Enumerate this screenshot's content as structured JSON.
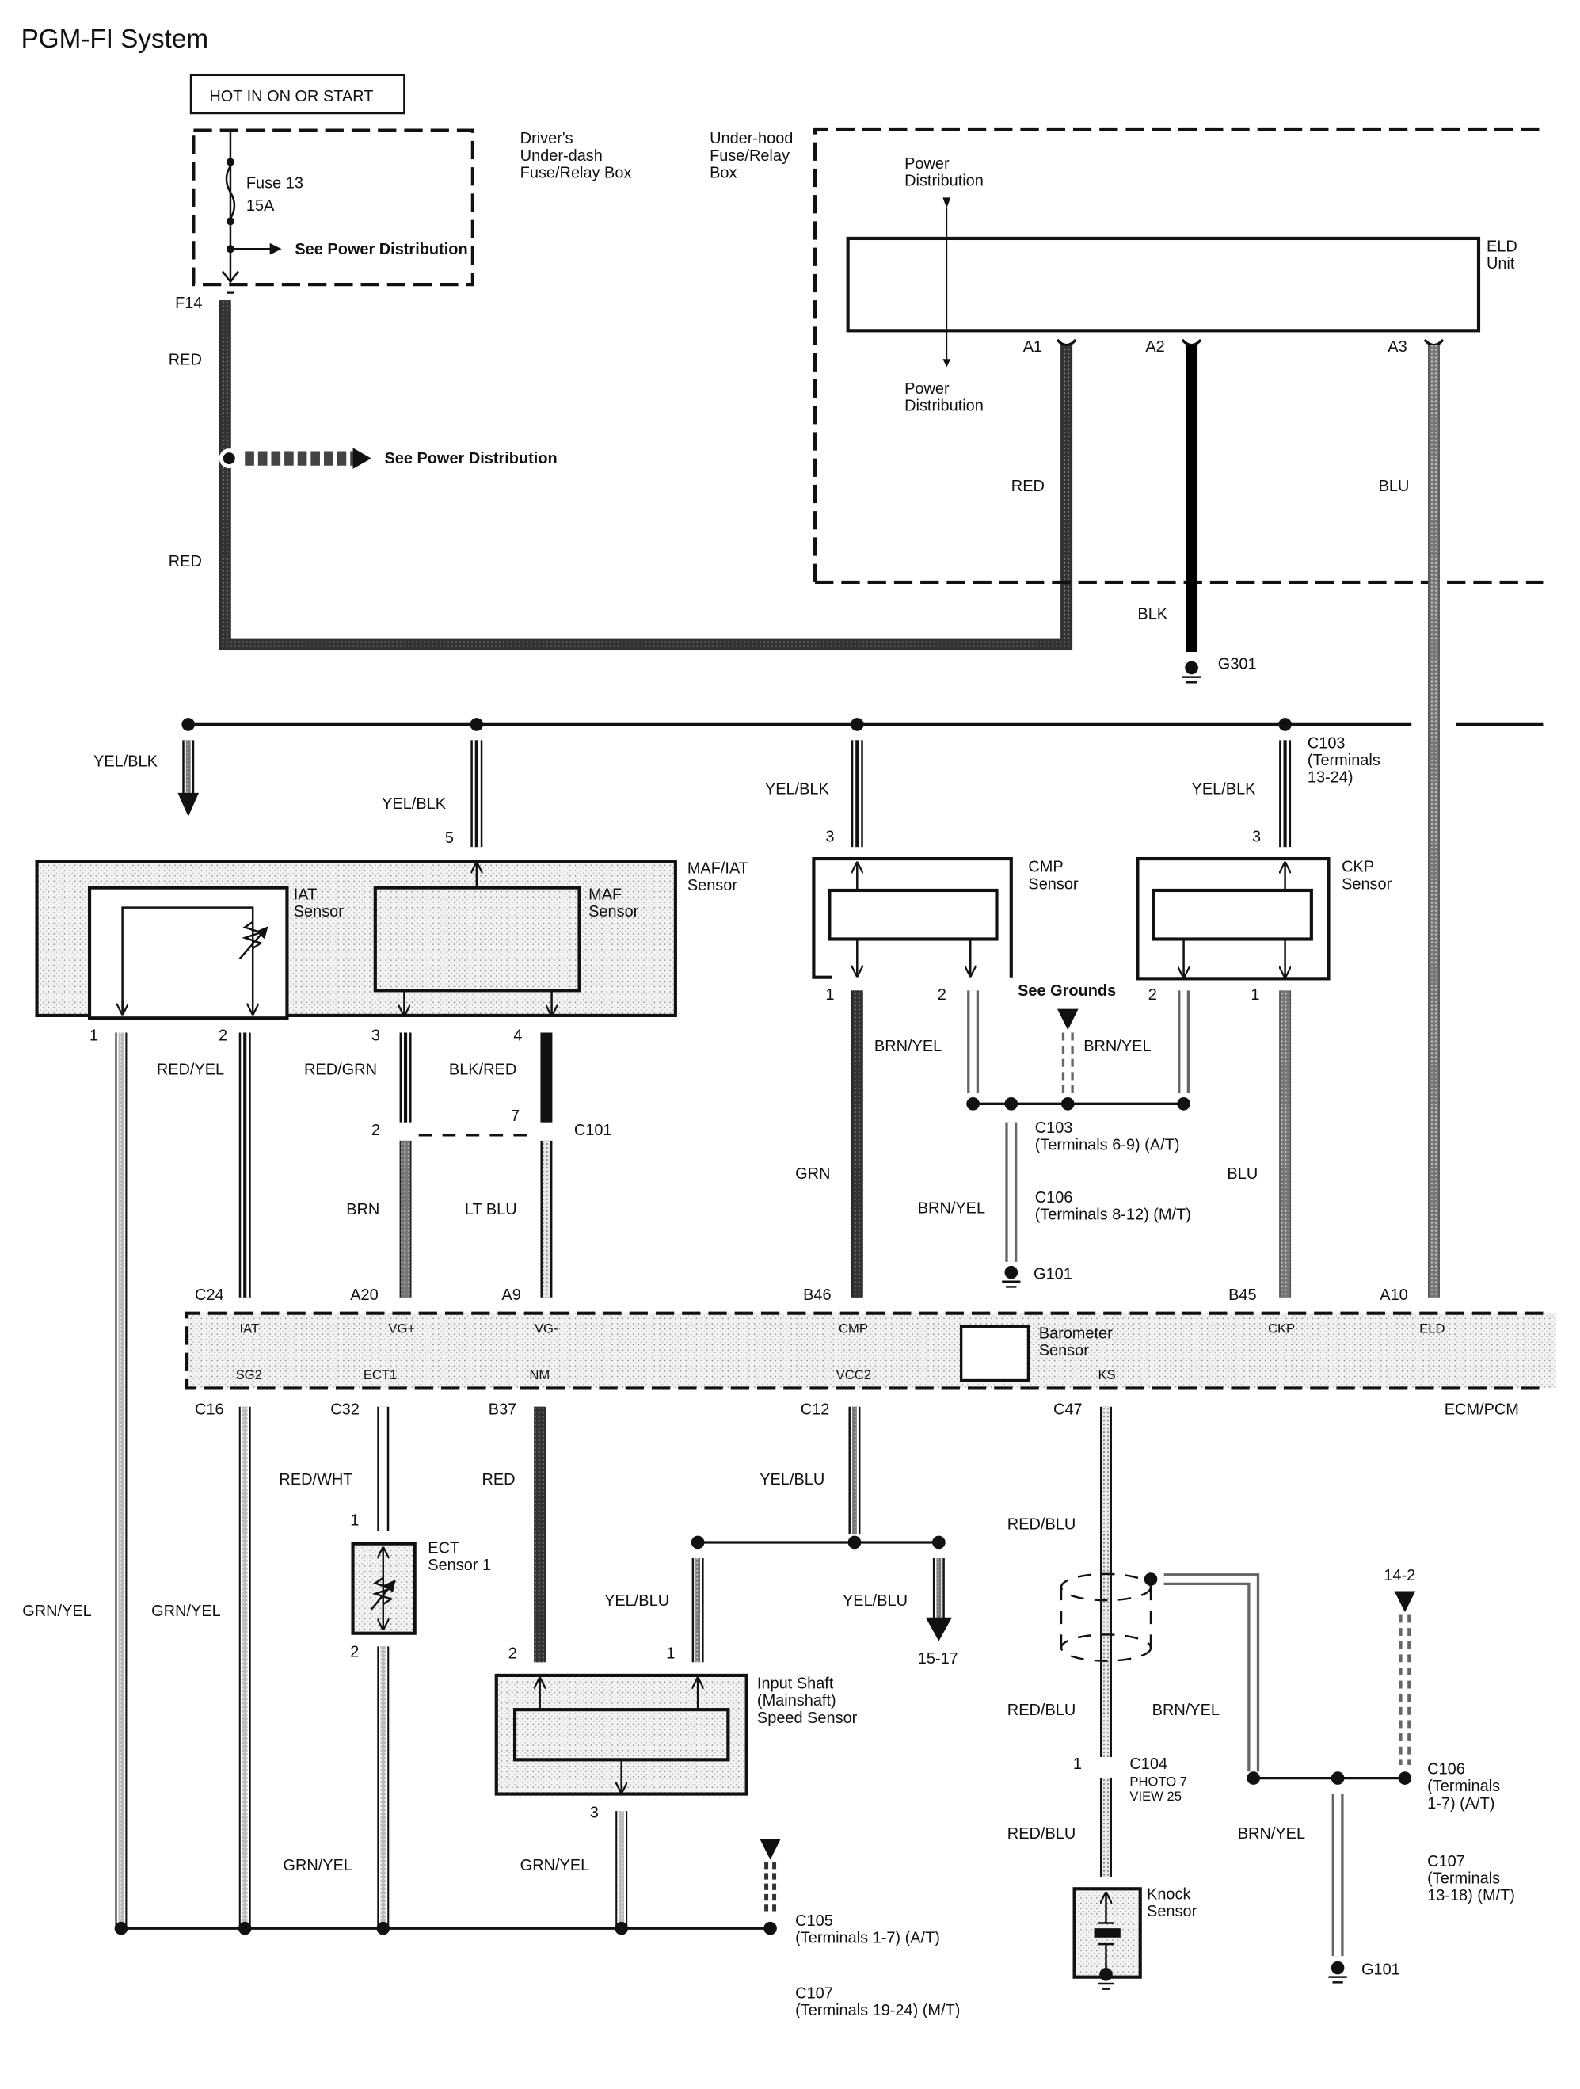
{
  "title": "PGM-FI System",
  "power_source": {
    "hot_label": "HOT IN ON OR START",
    "drivers_box_label": [
      "Driver's",
      "Under-dash",
      "Fuse/Relay Box"
    ],
    "fuse_label": "Fuse 13",
    "fuse_rating": "15A",
    "see_power_distribution": "See Power Distribution",
    "f14_terminal": "F14"
  },
  "under_hood": {
    "box_label": [
      "Under-hood",
      "Fuse/Relay",
      "Box"
    ],
    "power_dist_top": [
      "Power",
      "Distribution"
    ],
    "power_dist_bottom": [
      "Power",
      "Distribution"
    ],
    "eld_label": [
      "ELD",
      "Unit"
    ],
    "terminals": [
      "A1",
      "A2",
      "A3"
    ],
    "wire_colors": {
      "a1": "RED",
      "a2": "BLK",
      "a3": "BLU"
    },
    "ground": "G301"
  },
  "red_feed": {
    "upper_color": "RED",
    "lower_color": "RED",
    "see_power_distribution": "See Power Distribution"
  },
  "yel_blk_bus": {
    "left_branch_color": "YEL/BLK",
    "maf_color": "YEL/BLK",
    "maf_pin": "5",
    "cmp_color": "YEL/BLK",
    "cmp_pin": "3",
    "ckp_color": "YEL/BLK",
    "ckp_pin": "3",
    "c103_label": [
      "C103",
      "(Terminals",
      "13-24)"
    ]
  },
  "maf_iat": {
    "label": [
      "MAF/IAT",
      "Sensor"
    ],
    "iat_label": [
      "IAT",
      "Sensor"
    ],
    "maf_label": [
      "MAF",
      "Sensor"
    ],
    "pins": [
      "1",
      "2",
      "3",
      "4"
    ],
    "wire_colors": [
      "RED/YEL",
      "RED/GRN",
      "BLK/RED"
    ],
    "c101": {
      "label": "C101",
      "pin_left": "2",
      "pin_right": "7"
    },
    "lower_colors": [
      "BRN",
      "LT BLU"
    ]
  },
  "cmp_sensor": {
    "label": [
      "CMP",
      "Sensor"
    ],
    "pins": [
      "1",
      "2"
    ],
    "signal_color": "GRN",
    "ground_color": "BRN/YEL"
  },
  "ckp_sensor": {
    "label": [
      "CKP",
      "Sensor"
    ],
    "pins": [
      "2",
      "1"
    ],
    "signal_color": "BLU"
  },
  "grounds_cluster": {
    "see_grounds": "See Grounds",
    "branch_color": "BRN/YEL",
    "down_color": "BRN/YEL",
    "c103_label": [
      "C103",
      "(Terminals 6-9) (A/T)"
    ],
    "c106_label": [
      "C106",
      "(Terminals 8-12) (M/T)"
    ],
    "ground": "G101"
  },
  "ecm": {
    "label": "ECM/PCM",
    "top_terminals": [
      "C24",
      "A20",
      "A9",
      "B46",
      "B45",
      "A10"
    ],
    "top_signals": [
      "IAT",
      "VG+",
      "VG-",
      "CMP",
      "CKP",
      "ELD"
    ],
    "bottom_signals": [
      "SG2",
      "ECT1",
      "NM",
      "VCC2",
      "KS"
    ],
    "bottom_terminals": [
      "C16",
      "C32",
      "B37",
      "C12",
      "C47"
    ],
    "barometer_label": [
      "Barometer",
      "Sensor"
    ]
  },
  "lower": {
    "grn_yel_left": "GRN/YEL",
    "grn_yel_c16": "GRN/YEL",
    "ect": {
      "color_top": "RED/WHT",
      "pin_top": "1",
      "label": [
        "ECT",
        "Sensor 1"
      ],
      "pin_bottom": "2",
      "color_bottom": "GRN/YEL"
    },
    "nm": {
      "color": "RED",
      "pin": "2"
    },
    "vcc2": {
      "color_top": "YEL/BLU",
      "color_left": "YEL/BLU",
      "pin_left": "1",
      "color_right": "YEL/BLU",
      "ref": "15-17"
    },
    "input_shaft": {
      "label": [
        "Input Shaft",
        "(Mainshaft)",
        "Speed Sensor"
      ],
      "pin_bottom": "3",
      "color_bottom": "GRN/YEL"
    },
    "c105_label": [
      "C105",
      "(Terminals 1-7) (A/T)"
    ],
    "c107_label": [
      "C107",
      "(Terminals 19-24) (M/T)"
    ]
  },
  "knock": {
    "color_top": "RED/BLU",
    "color_mid": "RED/BLU",
    "shield_color": "BRN/YEL",
    "c104": {
      "pin": "1",
      "label": "C104",
      "photo": "PHOTO 7",
      "view": "VIEW 25"
    },
    "color_bottom": "RED/BLU",
    "label": [
      "Knock",
      "Sensor"
    ],
    "ref": "14-2",
    "c106_label": [
      "C106",
      "(Terminals",
      "1-7) (A/T)"
    ],
    "c107_label": [
      "C107",
      "(Terminals",
      "13-18) (M/T)"
    ],
    "ground_color": "BRN/YEL",
    "ground": "G101"
  }
}
